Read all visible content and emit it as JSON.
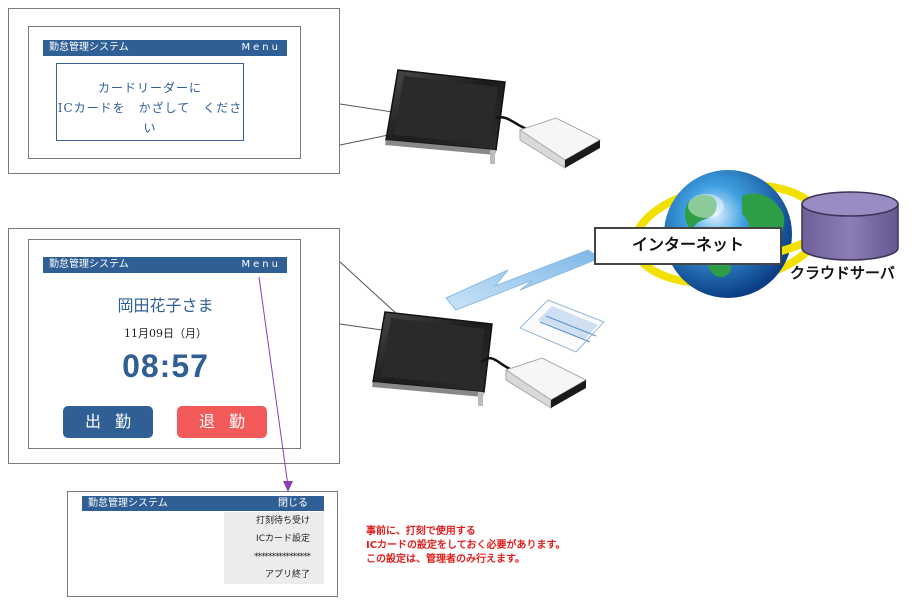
{
  "screen_wait": {
    "title": "勤怠管理システム",
    "menu": "Menu",
    "prompt_line1": "カードリーダーに",
    "prompt_line2": "ICカードを　かざして　ください"
  },
  "screen_punch": {
    "title": "勤怠管理システム",
    "menu": "Menu",
    "user_name": "岡田花子さま",
    "date": "11月09日（月）",
    "time": "08:57",
    "clock_in_label": "出勤",
    "clock_out_label": "退勤"
  },
  "screen_menu": {
    "title": "勤怠管理システム",
    "close_label": "閉じる",
    "items": [
      "打刻待ち受け",
      "ICカード設定",
      "****************",
      "アプリ終了"
    ]
  },
  "network": {
    "internet_label": "インターネット",
    "server_label": "クラウドサーバ"
  },
  "note": {
    "line1": "事前に、打刻で使用する",
    "line2": "ICカードの設定をしておく必要があります。",
    "line3": "この設定は、管理者のみ行えます。"
  },
  "colors": {
    "title_bar": "#2f5f94",
    "clock_in_button": "#2f5f94",
    "clock_out_button": "#f25a5a",
    "note_text": "#e01e1e",
    "arrow": "#8a3fb5"
  }
}
